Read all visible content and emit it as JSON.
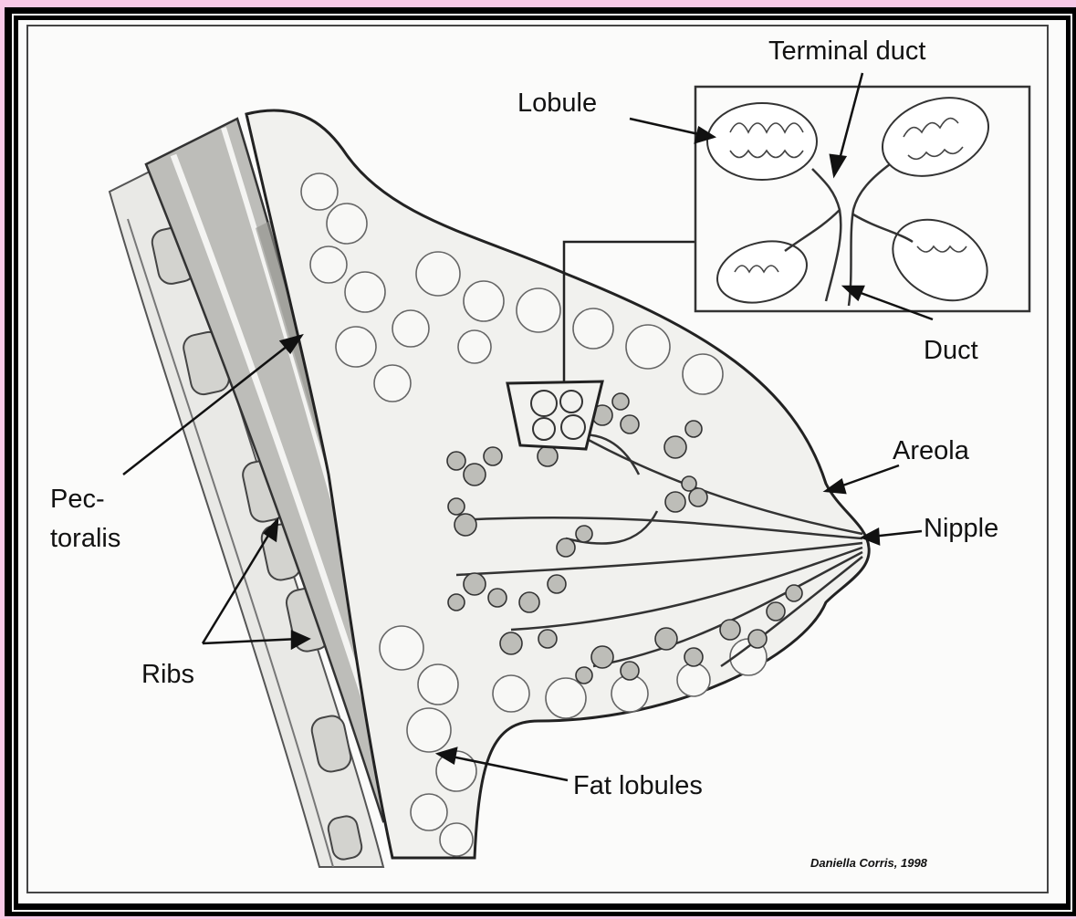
{
  "diagram": {
    "labels": {
      "terminal_duct": "Terminal duct",
      "lobule": "Lobule",
      "duct": "Duct",
      "areola": "Areola",
      "nipple": "Nipple",
      "pectoralis_line1": "Pec-",
      "pectoralis_line2": "toralis",
      "ribs": "Ribs",
      "fat_lobules": "Fat lobules"
    },
    "credit": "Daniella Corris, 1998"
  },
  "colors": {
    "background_pink": "#f7c8e6",
    "frame_black": "#000000",
    "paper": "#fbfbfa",
    "ink": "#3a3a3a"
  }
}
